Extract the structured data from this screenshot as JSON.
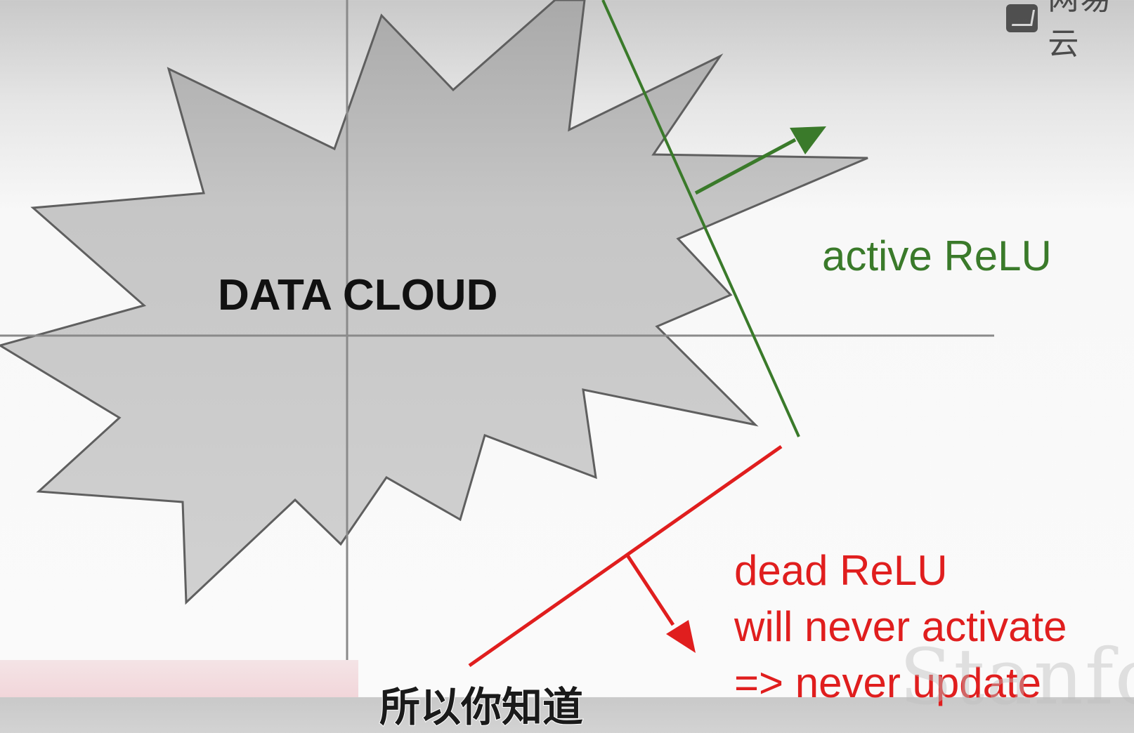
{
  "labels": {
    "cloud": "DATA CLOUD",
    "active": "active ReLU",
    "dead_title": "dead ReLU",
    "dead_line2": "will never activate",
    "dead_line3": "=> never update"
  },
  "logo": {
    "text": "网易云",
    "icon": "book-icon"
  },
  "watermark": "Stanford",
  "subtitle": "所以你知道",
  "colors": {
    "cloud_fill": "#c9c9c9",
    "cloud_stroke": "#5f5f5f",
    "axes": "#8a8a8a",
    "active": "#3a7a2a",
    "dead": "#e01e1e"
  }
}
